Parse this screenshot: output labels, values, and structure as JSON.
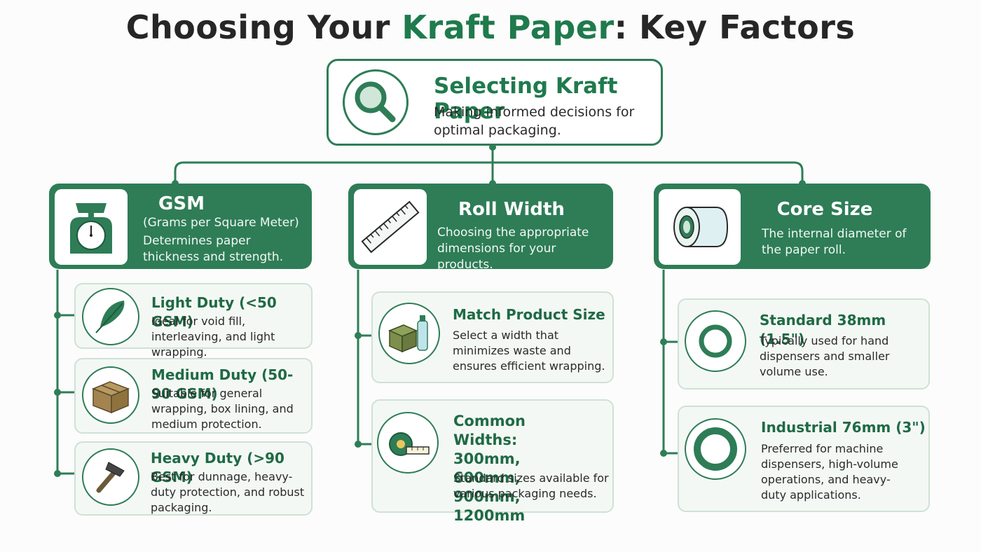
{
  "title": {
    "prefix": "Choosing Your ",
    "accent": "Kraft Paper",
    "suffix": ": Key Factors"
  },
  "root": {
    "title": "Selecting Kraft Paper",
    "description": "Making informed decisions for optimal packaging.",
    "icon": "magnifying-glass-icon"
  },
  "colors": {
    "primary": "#2e7d57",
    "accent_text": "#1f7a4d",
    "card_bg": "#f4f8f5",
    "card_border": "#cfe1d5"
  },
  "categories": [
    {
      "title": "GSM",
      "subtitle": "(Grams per Square Meter)",
      "description": "Determines paper thickness and strength.",
      "icon": "weighing-scale-icon",
      "items": [
        {
          "title": "Light Duty (<50 GSM)",
          "description": "Ideal for void fill, interleaving, and light wrapping.",
          "icon": "feather-icon"
        },
        {
          "title": "Medium Duty (50-90 GSM)",
          "description": "Suitable for general wrapping, box lining, and medium protection.",
          "icon": "box-icon"
        },
        {
          "title": "Heavy Duty (>90 GSM)",
          "description": "Best for dunnage, heavy-duty protection, and robust packaging.",
          "icon": "hammer-icon"
        }
      ]
    },
    {
      "title": "Roll Width",
      "description": "Choosing the appropriate dimensions for your products.",
      "icon": "ruler-icon",
      "items": [
        {
          "title": "Match Product Size",
          "description": "Select a width that minimizes waste and ensures efficient wrapping.",
          "icon": "box-and-bottle-icon"
        },
        {
          "title": "Common Widths: 300mm, 600mm, 900mm, 1200mm",
          "description": "Standard sizes available for various packaging needs.",
          "icon": "tape-measure-icon"
        }
      ]
    },
    {
      "title": "Core Size",
      "description": "The internal diameter of the paper roll.",
      "icon": "paper-roll-icon",
      "items": [
        {
          "title": "Standard 38mm (1.5\")",
          "description": "Typically used for hand dispensers and smaller volume use.",
          "icon": "small-ring-icon"
        },
        {
          "title": "Industrial 76mm (3\")",
          "description": "Preferred for machine dispensers, high-volume operations, and heavy-duty applications.",
          "icon": "large-ring-icon"
        }
      ]
    }
  ]
}
